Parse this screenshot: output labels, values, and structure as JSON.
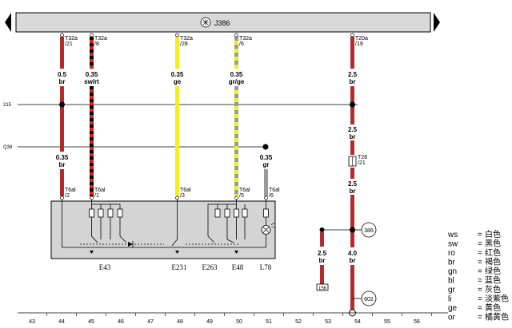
{
  "top_bar": {
    "component": "J386"
  },
  "relay_connectors": {
    "c44": {
      "name": "T32a",
      "pin": "/21"
    },
    "c45": {
      "name": "T32a",
      "pin": "/8"
    },
    "c48": {
      "name": "T32a",
      "pin": "/28"
    },
    "c50": {
      "name": "T32a",
      "pin": "/6"
    },
    "c54": {
      "name": "T20a",
      "pin": "/19"
    }
  },
  "wire_specs": {
    "w44_top": {
      "gauge": "0.5",
      "color": "br"
    },
    "w45": {
      "gauge": "0.35",
      "color": "sw/rt"
    },
    "w48": {
      "gauge": "0.35",
      "color": "ge"
    },
    "w50": {
      "gauge": "0.35",
      "color": "gr/ge"
    },
    "w54_top": {
      "gauge": "2.5",
      "color": "br"
    },
    "w44_low": {
      "gauge": "0.35",
      "color": "br"
    },
    "w51": {
      "gauge": "0.35",
      "color": "gr"
    },
    "w54_mid": {
      "gauge": "2.5",
      "color": "br"
    },
    "w54_low": {
      "gauge": "2.5",
      "color": "br"
    },
    "w54_bottom": {
      "gauge": "4.0",
      "color": "br"
    },
    "w53": {
      "gauge": "2.5",
      "color": "br"
    }
  },
  "t28": {
    "name": "T28",
    "pin": "/21"
  },
  "bus_lines": {
    "upper": "215",
    "lower": "Q38"
  },
  "switch_connectors": {
    "p44": {
      "name": "T6al",
      "pin": "/2"
    },
    "p45": {
      "name": "T6al",
      "pin": "/1"
    },
    "p48": {
      "name": "T6al",
      "pin": "/3"
    },
    "p50": {
      "name": "T6al",
      "pin": "/5"
    },
    "p51": {
      "name": "T6al",
      "pin": "/6"
    }
  },
  "components": [
    "E43",
    "E231",
    "E263",
    "E48",
    "L78"
  ],
  "grounds": {
    "g386": "386",
    "g602": "602",
    "g156": "156"
  },
  "column_numbers": [
    "43",
    "44",
    "45",
    "46",
    "47",
    "48",
    "49",
    "50",
    "51",
    "52",
    "53",
    "54",
    "55",
    "56"
  ],
  "legend": [
    {
      "code": "ws",
      "eq": "=",
      "label": "白色"
    },
    {
      "code": "sw",
      "eq": "=",
      "label": "黑色"
    },
    {
      "code": "ro",
      "eq": "=",
      "label": "红色"
    },
    {
      "code": "br",
      "eq": "=",
      "label": "褐色"
    },
    {
      "code": "gn",
      "eq": "=",
      "label": "绿色"
    },
    {
      "code": "bl",
      "eq": "=",
      "label": "蓝色"
    },
    {
      "code": "gr",
      "eq": "=",
      "label": "灰色"
    },
    {
      "code": "li",
      "eq": "=",
      "label": "淡紫色"
    },
    {
      "code": "ge",
      "eq": "=",
      "label": "黄色"
    },
    {
      "code": "or",
      "eq": "=",
      "label": "橘黄色"
    }
  ],
  "colors": {
    "br": "#b52b2b",
    "sw": "#000000",
    "rt": "#e01b1b",
    "ge": "#f5ee1c",
    "gr": "#9a9a9a",
    "box": "#d4d4d4",
    "bar": "#d9d9d9"
  }
}
